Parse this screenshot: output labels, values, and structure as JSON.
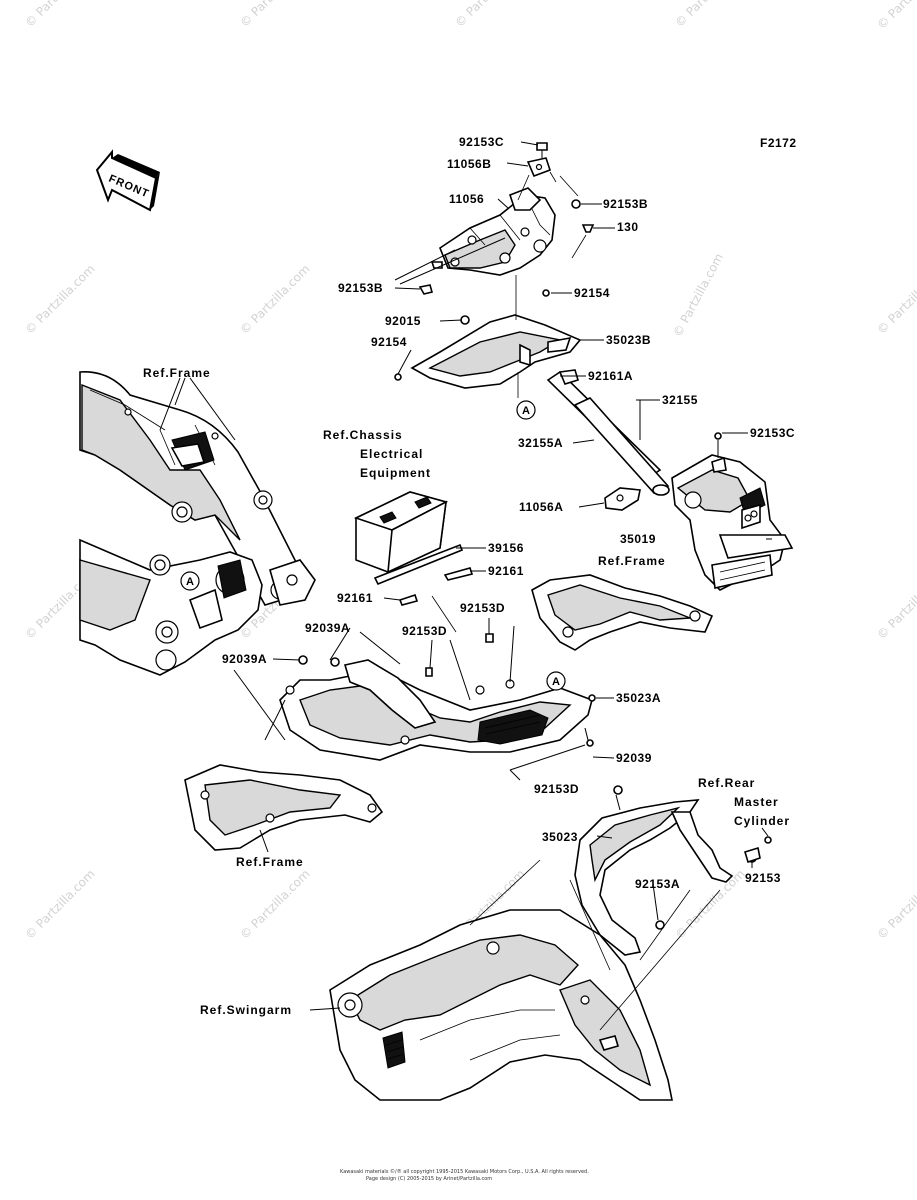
{
  "figure_id": "F2172",
  "front_label": "FRONT",
  "watermark": "© Partzilla.com",
  "callout_marker": "A",
  "references": {
    "frame_top": "Ref.Frame",
    "chassis_line1": "Ref.Chassis",
    "chassis_line2": "Electrical",
    "chassis_line3": "Equipment",
    "frame_right": "Ref.Frame",
    "frame_bottom": "Ref.Frame",
    "rear_master_line1": "Ref.Rear",
    "rear_master_line2": "Master",
    "rear_master_line3": "Cylinder",
    "swingarm": "Ref.Swingarm"
  },
  "part_labels": {
    "p92153C_top": "92153C",
    "p11056B": "11056B",
    "p11056": "11056",
    "p92153B_right": "92153B",
    "p130": "130",
    "p92153B_left": "92153B",
    "p92154_right": "92154",
    "p92015": "92015",
    "p35023B": "35023B",
    "p92154_left": "92154",
    "p92161A": "92161A",
    "p32155": "32155",
    "p92153C_right": "92153C",
    "p32155A": "32155A",
    "p11056A": "11056A",
    "p35019": "35019",
    "p39156": "39156",
    "p92161_right": "92161",
    "p92161_left": "92161",
    "p92153D_mid": "92153D",
    "p92039A_a": "92039A",
    "p92153D_left": "92153D",
    "p92039A_b": "92039A",
    "p35023A": "35023A",
    "p92039": "92039",
    "p92153D_low": "92153D",
    "p35023": "35023",
    "p92153A": "92153A",
    "p92153": "92153"
  },
  "footer": {
    "line1": "Kawasaki materials ©/® all copyright 1995-2015 Kawasaki Motors Corp., U.S.A. All rights reserved.",
    "line2": "Page design (C) 2005-2015 by Arinet/Partzilla.com"
  }
}
